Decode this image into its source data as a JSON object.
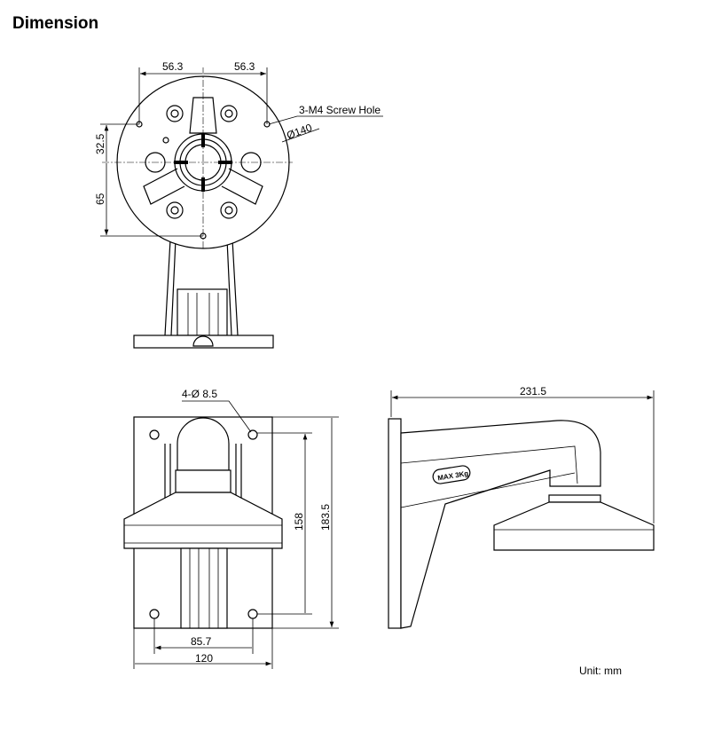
{
  "title": "Dimension",
  "top_view": {
    "dim_left_width": "56.3",
    "dim_right_width": "56.3",
    "dim_upper_height": "32.5",
    "dim_lower_height": "65",
    "screw_hole_label": "3-M4 Screw Hole",
    "diameter_label": "Ø140"
  },
  "front_view": {
    "hole_label": "4-Ø 8.5",
    "dim_inner_height": "158",
    "dim_outer_height": "183.5",
    "dim_inner_width": "85.7",
    "dim_outer_width": "120"
  },
  "side_view": {
    "dim_length": "231.5",
    "load_badge": "MAX 3Kg"
  },
  "unit_label": "Unit: mm"
}
